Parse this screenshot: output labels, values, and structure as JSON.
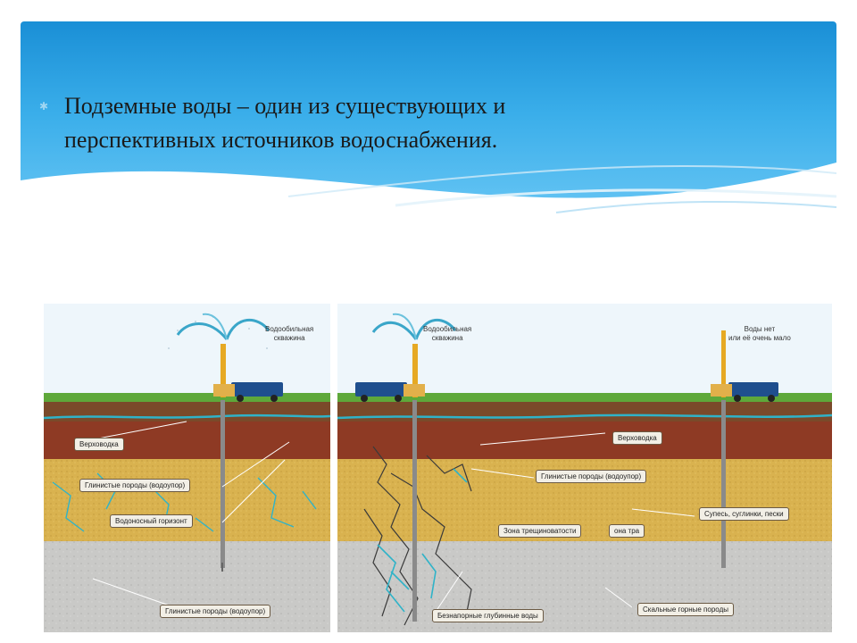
{
  "slide": {
    "title_line1": "Подземные воды – один из существующих и",
    "title_line2": "перспективных источников водоснабжения."
  },
  "left_panel": {
    "well_label_line1": "Водообильная",
    "well_label_line2": "скважина",
    "labels": {
      "perched": "Верховодка",
      "clay_upper": "Глинистые породы (водоупор)",
      "aquifer": "Водоносный горизонт",
      "clay_lower": "Глинистые породы (водоупор)"
    }
  },
  "right_panel": {
    "well1_label_line1": "Водообильная",
    "well1_label_line2": "скважина",
    "well2_label_line1": "Воды нет",
    "well2_label_line2": "или её очень мало",
    "labels": {
      "perched": "Верховодка",
      "clay": "Глинистые породы (водоупор)",
      "sandy_loam": "Супесь, суглинки, пески",
      "fracture_zone": "Зона трещиноватости",
      "fracture_zone_fragment": "она тра",
      "deep_water": "Безнапорные глубинные воды",
      "bedrock": "Скальные горные породы"
    }
  },
  "colors": {
    "header_blue": "#1a8fd6",
    "sky": "#eef6fb",
    "grass": "#5ea83a",
    "topsoil": "#7a4a2a",
    "red_clay": "#8e3a24",
    "sand": "#d9b24f",
    "rock": "#c9c9c7",
    "water": "#2fb3c8"
  }
}
